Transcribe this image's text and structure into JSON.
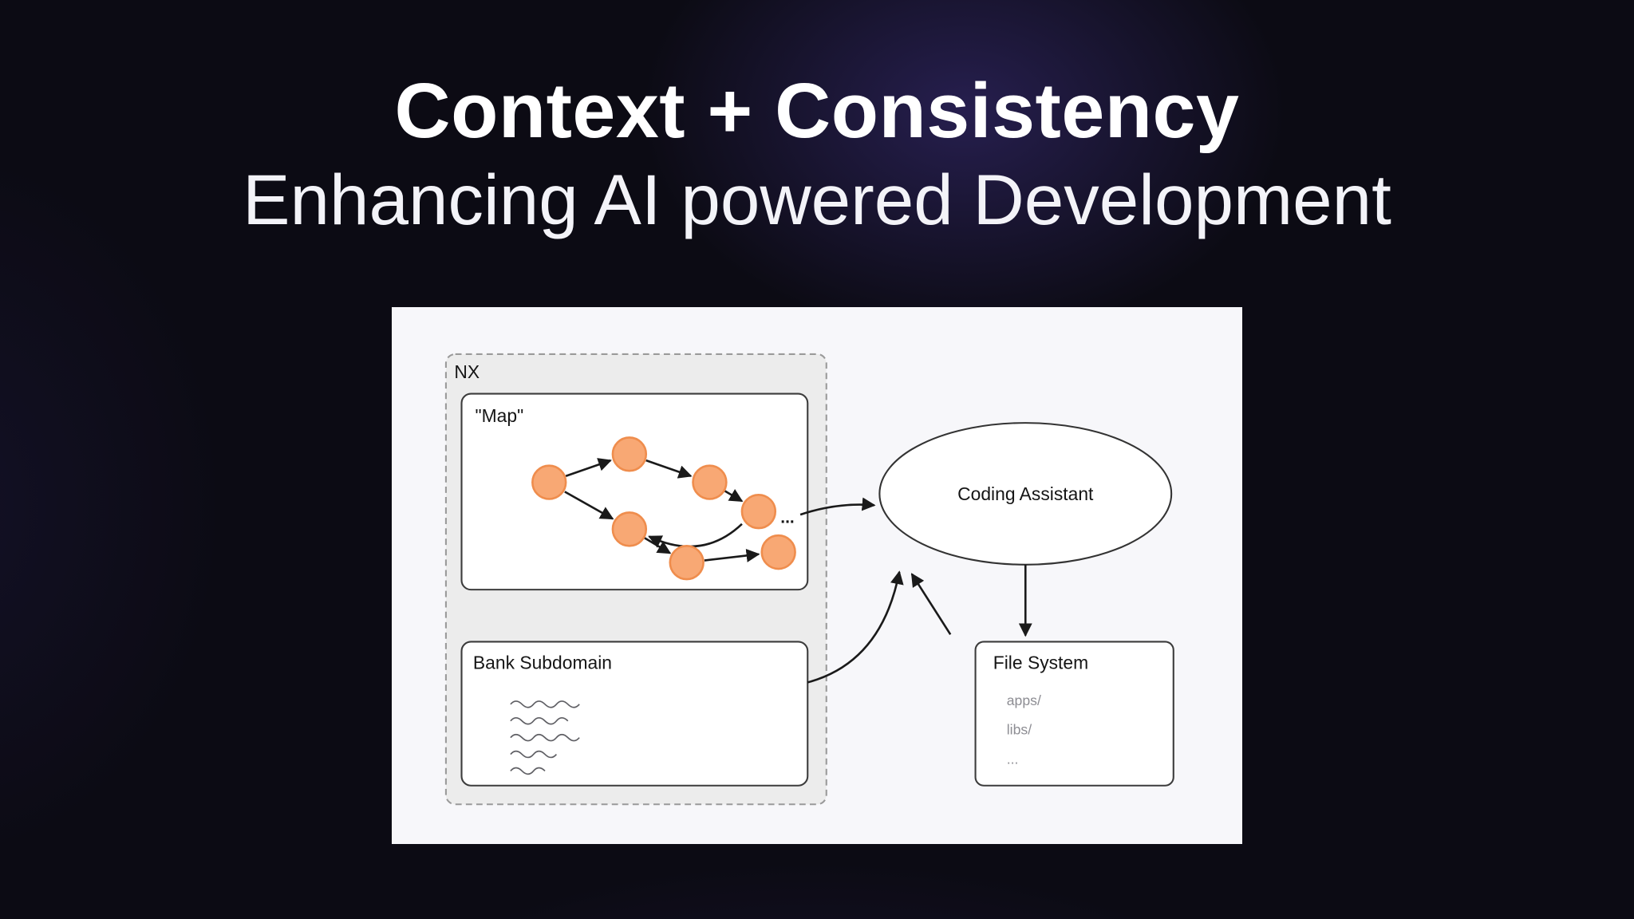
{
  "slide": {
    "title": "Context + Consistency",
    "subtitle": "Enhancing AI powered Development"
  },
  "diagram": {
    "nx": {
      "label": "NX"
    },
    "map": {
      "label": "\"Map\"",
      "ellipsis": "..."
    },
    "bank": {
      "label": "Bank Subdomain"
    },
    "assistant": {
      "label": "Coding Assistant"
    },
    "file_system": {
      "label": "File System",
      "items": [
        "apps/",
        "libs/",
        "..."
      ]
    },
    "colors": {
      "node_fill": "#f8a874",
      "node_stroke": "#ef8d4d",
      "panel_background": "#f7f7fa",
      "nx_background": "#ececec",
      "background_glow": "#4b3aa6",
      "line_color": "#1a1a1a"
    }
  }
}
